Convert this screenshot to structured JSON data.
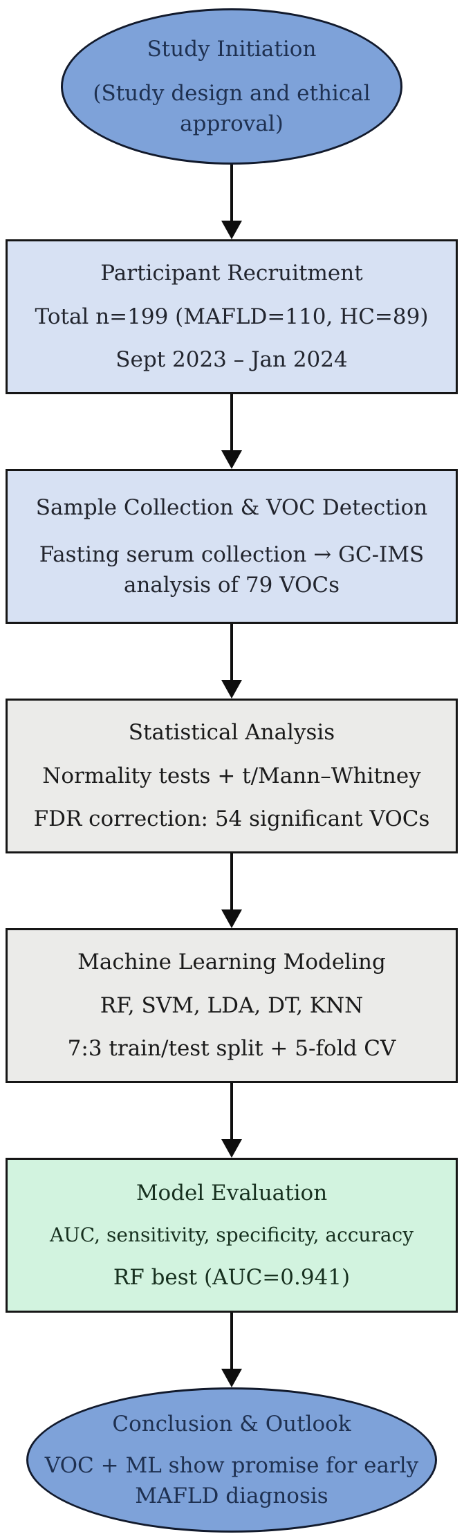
{
  "colors": {
    "background": "#ffffff",
    "arrow": "#0e0e0e",
    "rect_border": "#161616",
    "ellipse_border": "#121a2c",
    "ellipse_fill": "#7ea2d9",
    "lightblue_fill": "#d7e1f3",
    "gray_fill": "#ebebe9",
    "green_fill": "#d2f3df",
    "navy_text": "#1e3050",
    "dark_text": "#22252e",
    "black_text": "#1a1a1a",
    "green_text": "#17301f"
  },
  "nodes": [
    {
      "name": "study-initiation",
      "shape": "ellipse",
      "fill": "#7ea2d9",
      "text_color": "#1e3050",
      "lines": [
        "Study Initiation",
        "(Study design and ethical approval)"
      ]
    },
    {
      "name": "participant-recruitment",
      "shape": "rect",
      "fill": "#d7e1f3",
      "text_color": "#22252e",
      "lines": [
        "Participant Recruitment",
        "Total n=199 (MAFLD=110, HC=89)",
        "Sept 2023 – Jan 2024"
      ]
    },
    {
      "name": "sample-collection-voc-detection",
      "shape": "rect",
      "fill": "#d7e1f3",
      "text_color": "#22252e",
      "lines": [
        "Sample Collection & VOC Detection",
        "Fasting serum collection → GC-IMS analysis of 79 VOCs"
      ]
    },
    {
      "name": "statistical-analysis",
      "shape": "rect",
      "fill": "#ebebe9",
      "text_color": "#1a1a1a",
      "lines": [
        "Statistical Analysis",
        "Normality tests + t/Mann–Whitney",
        "FDR correction: 54 significant VOCs"
      ]
    },
    {
      "name": "machine-learning-modeling",
      "shape": "rect",
      "fill": "#ebebe9",
      "text_color": "#1a1a1a",
      "lines": [
        "Machine Learning Modeling",
        "RF, SVM, LDA, DT, KNN",
        "7:3 train/test split + 5-fold CV"
      ]
    },
    {
      "name": "model-evaluation",
      "shape": "rect",
      "fill": "#d2f3df",
      "text_color": "#17301f",
      "lines": [
        "Model Evaluation",
        "AUC, sensitivity, specificity, accuracy",
        "RF best (AUC=0.941)"
      ]
    },
    {
      "name": "conclusion-outlook",
      "shape": "ellipse",
      "fill": "#7ea2d9",
      "text_color": "#1e3050",
      "lines": [
        "Conclusion & Outlook",
        "VOC + ML show promise for early MAFLD diagnosis"
      ]
    }
  ]
}
